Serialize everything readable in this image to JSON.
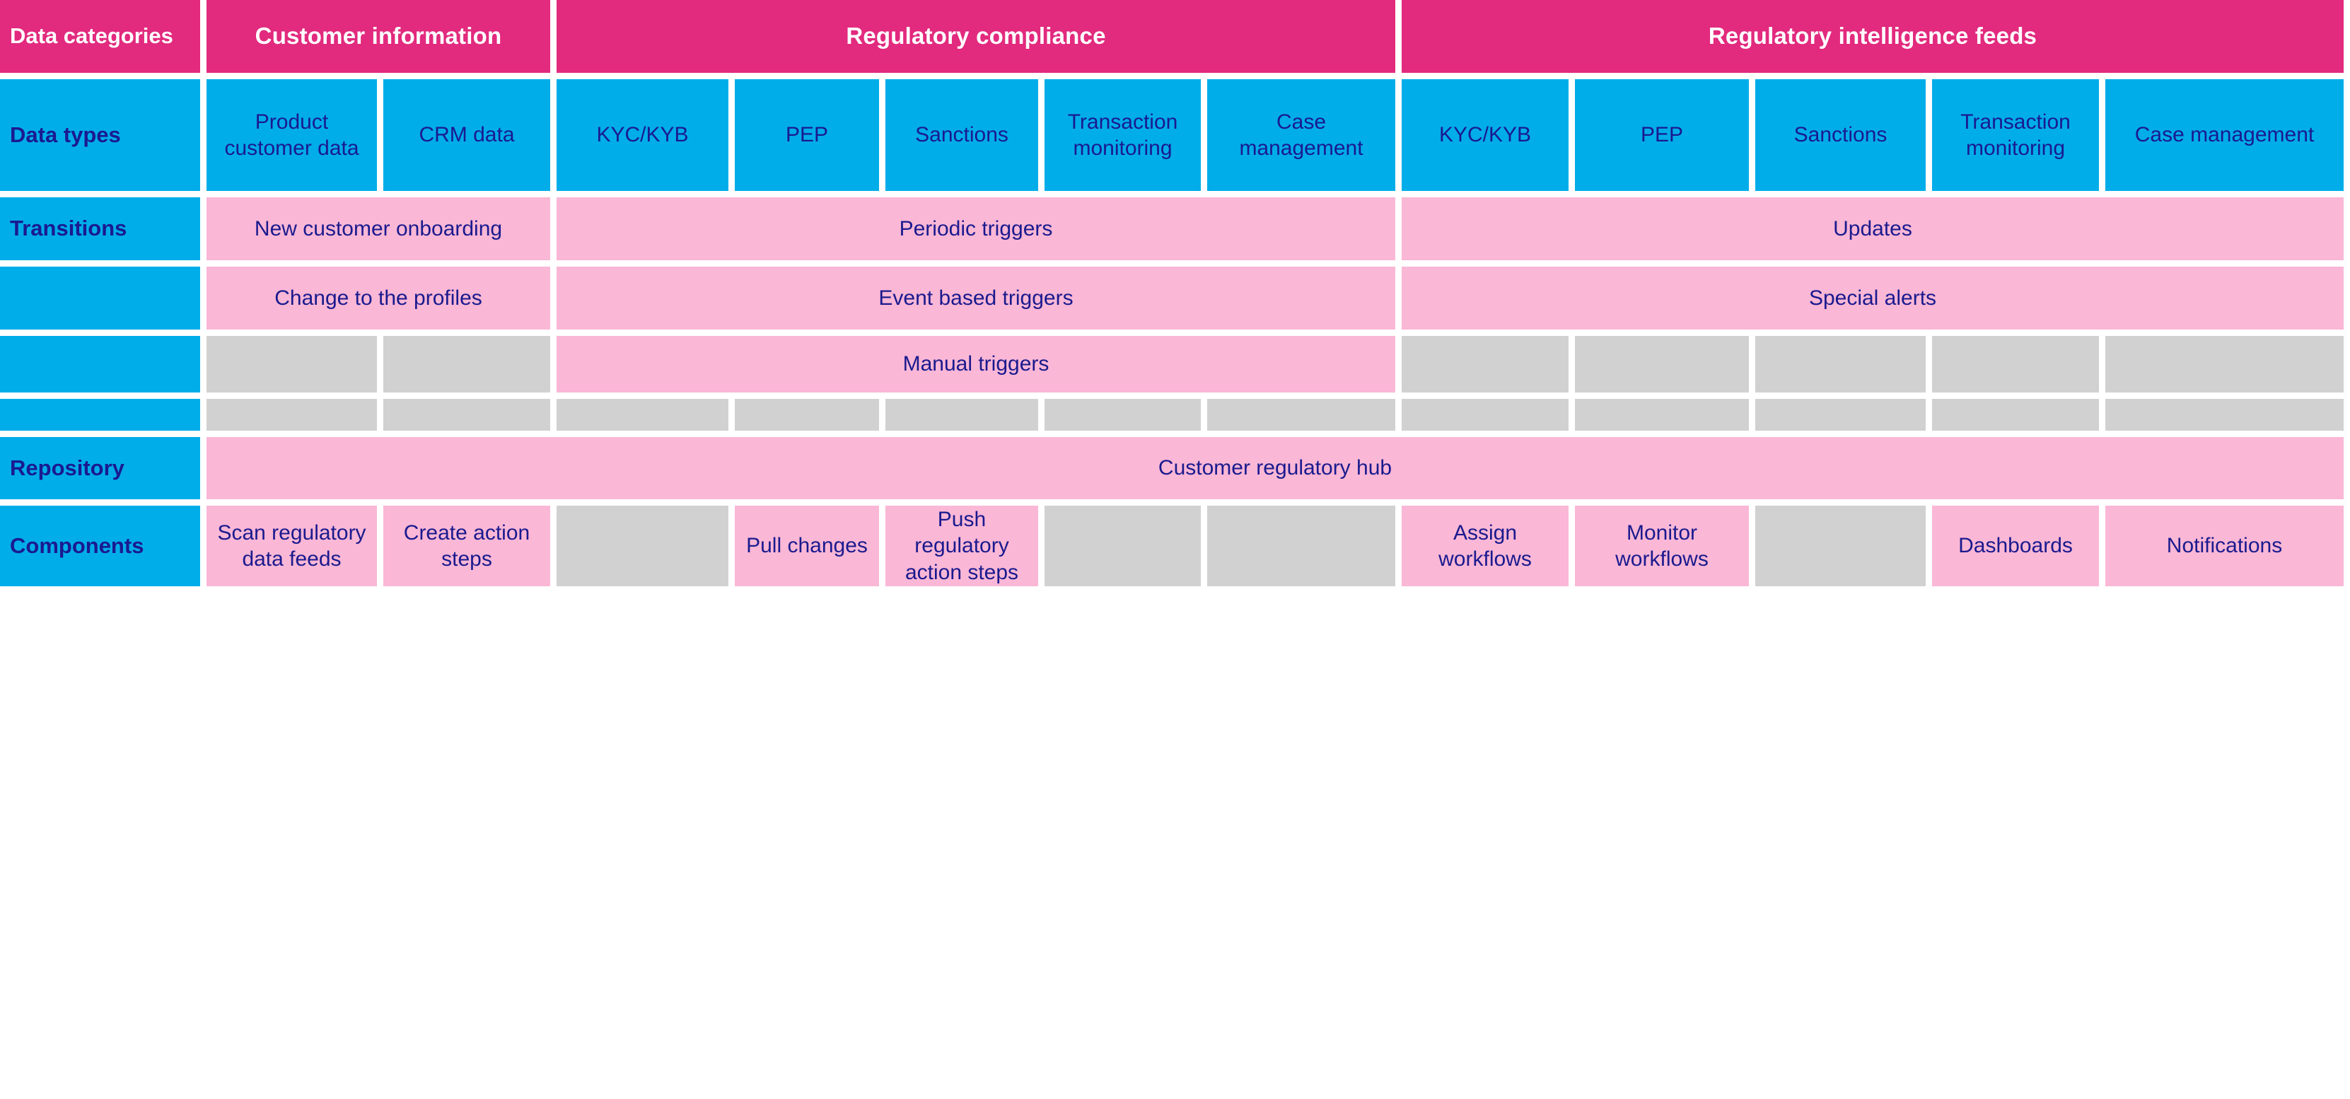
{
  "palette": {
    "magenta": "#e22a7e",
    "blue": "#00ade9",
    "pink": "#fab7d6",
    "gray": "#d1d1d1",
    "text_navy": "#1a1a8e",
    "white": "#ffffff"
  },
  "row_labels": {
    "data_categories": "Data categories",
    "data_types": "Data types",
    "transitions": "Transitions",
    "transitions_2": "",
    "transitions_3": "",
    "blank_row": "",
    "repository": "Repository",
    "components": "Components"
  },
  "categories": [
    {
      "label": "Customer information",
      "span": 2
    },
    {
      "label": "Regulatory compliance",
      "span": 5
    },
    {
      "label": "Regulatory intelligence feeds",
      "span": 5
    }
  ],
  "data_types": [
    "Product customer data",
    "CRM data",
    "KYC/KYB",
    "PEP",
    "Sanctions",
    "Transaction monitoring",
    "Case management",
    "KYC/KYB",
    "PEP",
    "Sanctions",
    "Transaction monitoring",
    "Case management"
  ],
  "transitions_row_1": [
    {
      "label": "New customer onboarding",
      "span": 2,
      "fill": "pink"
    },
    {
      "label": "Periodic triggers",
      "span": 5,
      "fill": "pink"
    },
    {
      "label": "Updates",
      "span": 5,
      "fill": "pink"
    }
  ],
  "transitions_row_2": [
    {
      "label": "Change to the profiles",
      "span": 2,
      "fill": "pink"
    },
    {
      "label": "Event based triggers",
      "span": 5,
      "fill": "pink"
    },
    {
      "label": "Special alerts",
      "span": 5,
      "fill": "pink"
    }
  ],
  "transitions_row_3": [
    {
      "label": "",
      "span": 1,
      "fill": "gray"
    },
    {
      "label": "",
      "span": 1,
      "fill": "gray"
    },
    {
      "label": "Manual triggers",
      "span": 5,
      "fill": "pink"
    },
    {
      "label": "",
      "span": 1,
      "fill": "gray"
    },
    {
      "label": "",
      "span": 1,
      "fill": "gray"
    },
    {
      "label": "",
      "span": 1,
      "fill": "gray"
    },
    {
      "label": "",
      "span": 1,
      "fill": "gray"
    },
    {
      "label": "",
      "span": 1,
      "fill": "gray"
    }
  ],
  "blank_row": [
    {
      "label": "",
      "span": 1,
      "fill": "gray"
    },
    {
      "label": "",
      "span": 1,
      "fill": "gray"
    },
    {
      "label": "",
      "span": 1,
      "fill": "gray"
    },
    {
      "label": "",
      "span": 1,
      "fill": "gray"
    },
    {
      "label": "",
      "span": 1,
      "fill": "gray"
    },
    {
      "label": "",
      "span": 1,
      "fill": "gray"
    },
    {
      "label": "",
      "span": 1,
      "fill": "gray"
    },
    {
      "label": "",
      "span": 1,
      "fill": "gray"
    },
    {
      "label": "",
      "span": 1,
      "fill": "gray"
    },
    {
      "label": "",
      "span": 1,
      "fill": "gray"
    },
    {
      "label": "",
      "span": 1,
      "fill": "gray"
    },
    {
      "label": "",
      "span": 1,
      "fill": "gray"
    }
  ],
  "repository_row": [
    {
      "label": "Customer regulatory hub",
      "span": 12,
      "fill": "pink"
    }
  ],
  "components_row": [
    {
      "label": "Scan regulatory data feeds",
      "span": 1,
      "fill": "pink"
    },
    {
      "label": "Create action steps",
      "span": 1,
      "fill": "pink"
    },
    {
      "label": "",
      "span": 1,
      "fill": "gray"
    },
    {
      "label": "Pull changes",
      "span": 1,
      "fill": "pink"
    },
    {
      "label": "Push regulatory action steps",
      "span": 1,
      "fill": "pink"
    },
    {
      "label": "",
      "span": 1,
      "fill": "gray"
    },
    {
      "label": "",
      "span": 1,
      "fill": "gray"
    },
    {
      "label": "Assign workflows",
      "span": 1,
      "fill": "pink"
    },
    {
      "label": "Monitor workflows",
      "span": 1,
      "fill": "pink"
    },
    {
      "label": "",
      "span": 1,
      "fill": "gray"
    },
    {
      "label": "Dashboards",
      "span": 1,
      "fill": "pink"
    },
    {
      "label": "Notifications",
      "span": 1,
      "fill": "pink"
    }
  ]
}
